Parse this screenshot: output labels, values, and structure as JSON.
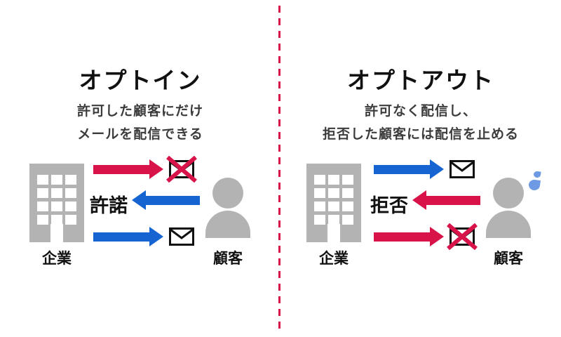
{
  "colors": {
    "red": "#d8134a",
    "blue": "#1564d2",
    "gray_icon": "#b3b3b3",
    "sweat_blue": "#6d9ae2",
    "text_dark": "#111111",
    "subtitle_gray": "#3c3c3c"
  },
  "divider": {
    "style": "vertical-dashed",
    "color": "#d8134a"
  },
  "icons": {
    "building": "building-icon",
    "person": "person-icon",
    "mail": "mail-envelope-icon",
    "mail_blocked": "mail-blocked-icon",
    "sweat": "sweat-drops-icon"
  },
  "panels": [
    {
      "id": "opt-in",
      "title": "オプトイン",
      "subtitle_lines": [
        "許可した顧客にだけ",
        "メールを配信できる"
      ],
      "company_label": "企業",
      "customer_label": "顧客",
      "relation_label": "許諾",
      "flows": [
        {
          "direction": "right",
          "color": "red",
          "result": "mail-blocked"
        },
        {
          "direction": "left",
          "color": "blue",
          "label": "許諾"
        },
        {
          "direction": "right",
          "color": "blue",
          "result": "mail-delivered"
        }
      ]
    },
    {
      "id": "opt-out",
      "title": "オプトアウト",
      "subtitle_lines": [
        "許可なく配信し、",
        "拒否した顧客には配信を止める"
      ],
      "company_label": "企業",
      "customer_label": "顧客",
      "relation_label": "拒否",
      "customer_sweat": true,
      "flows": [
        {
          "direction": "right",
          "color": "blue",
          "result": "mail-delivered"
        },
        {
          "direction": "left",
          "color": "red",
          "label": "拒否"
        },
        {
          "direction": "right",
          "color": "red",
          "result": "mail-blocked"
        }
      ]
    }
  ]
}
